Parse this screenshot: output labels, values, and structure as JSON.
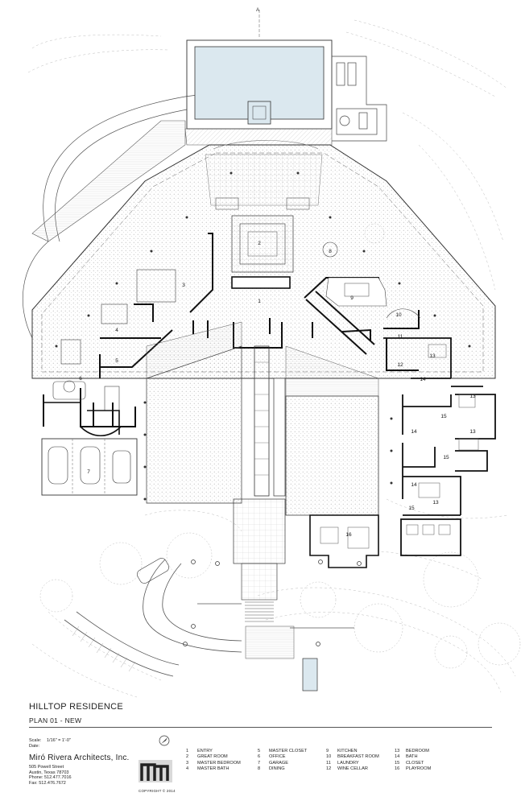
{
  "title": "HILLTOP RESIDENCE",
  "subtitle": "PLAN 01 - NEW",
  "scale_label": "Scale:",
  "scale_value": "1/16\" = 1'-0\"",
  "date_label": "Date:",
  "firm": {
    "name": "Miró Rivera Architects, Inc.",
    "address1": "505 Powell Street",
    "address2": "Austin, Texas 78703",
    "phone": "Phone: 512.477.7016",
    "fax": "Fax: 512.476.7672"
  },
  "copyright": "COPYRIGHT  © 2014",
  "section_marker": "A",
  "legend": [
    {
      "num": "1",
      "label": "ENTRY"
    },
    {
      "num": "2",
      "label": "GREAT ROOM"
    },
    {
      "num": "3",
      "label": "MASTER BEDROOM"
    },
    {
      "num": "4",
      "label": "MASTER BATH"
    },
    {
      "num": "5",
      "label": "MASTER CLOSET"
    },
    {
      "num": "6",
      "label": "OFFICE"
    },
    {
      "num": "7",
      "label": "GARAGE"
    },
    {
      "num": "8",
      "label": "DINING"
    },
    {
      "num": "9",
      "label": "KITCHEN"
    },
    {
      "num": "10",
      "label": "BREAKFAST ROOM"
    },
    {
      "num": "11",
      "label": "LAUNDRY"
    },
    {
      "num": "12",
      "label": "WINE CELLAR"
    },
    {
      "num": "13",
      "label": "BEDROOM"
    },
    {
      "num": "14",
      "label": "BATH"
    },
    {
      "num": "15",
      "label": "CLOSET"
    },
    {
      "num": "16",
      "label": "PLAYROOM"
    }
  ],
  "plan_labels": [
    {
      "text": "1",
      "room": "entry"
    },
    {
      "text": "2",
      "room": "great-room"
    },
    {
      "text": "3",
      "room": "master-bedroom"
    },
    {
      "text": "4",
      "room": "master-bath"
    },
    {
      "text": "5",
      "room": "master-closet"
    },
    {
      "text": "6",
      "room": "office"
    },
    {
      "text": "7",
      "room": "garage"
    },
    {
      "text": "8",
      "room": "dining"
    },
    {
      "text": "9",
      "room": "kitchen"
    },
    {
      "text": "10",
      "room": "breakfast-room"
    },
    {
      "text": "11",
      "room": "laundry"
    },
    {
      "text": "12",
      "room": "wine-cellar"
    },
    {
      "text": "13",
      "room": "bedroom-a"
    },
    {
      "text": "13",
      "room": "bedroom-b"
    },
    {
      "text": "13",
      "room": "bedroom-c"
    },
    {
      "text": "13",
      "room": "bedroom-d"
    },
    {
      "text": "14",
      "room": "bath-a"
    },
    {
      "text": "14",
      "room": "bath-b"
    },
    {
      "text": "14",
      "room": "bath-c"
    },
    {
      "text": "15",
      "room": "closet-a"
    },
    {
      "text": "15",
      "room": "closet-b"
    },
    {
      "text": "15",
      "room": "closet-c"
    },
    {
      "text": "16",
      "room": "playroom"
    }
  ]
}
